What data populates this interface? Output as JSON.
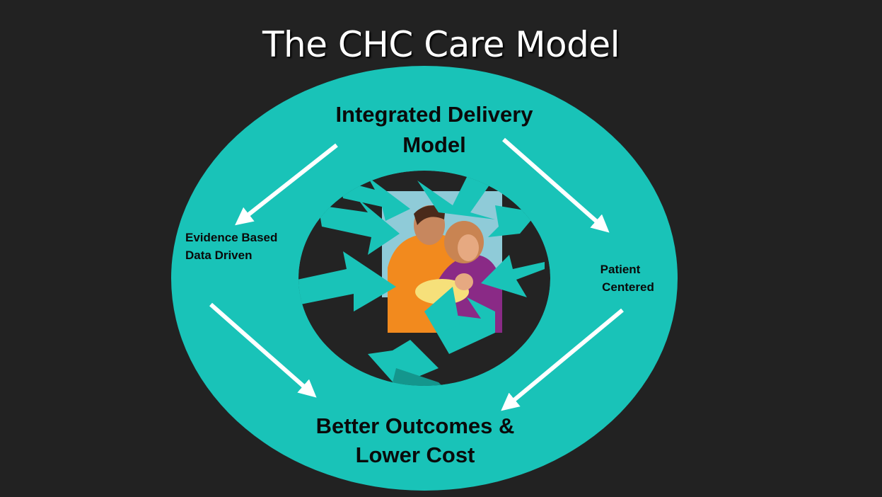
{
  "slide": {
    "title": "The CHC Care Model"
  },
  "diagram": {
    "top_label": [
      "Integrated Delivery",
      "Model"
    ],
    "left_label": [
      "Evidence Based",
      "Data Driven"
    ],
    "right_label": [
      "Patient",
      "Centered"
    ],
    "bottom_label": [
      "Better Outcomes &",
      "Lower Cost"
    ]
  },
  "colors": {
    "background": "#222222",
    "ellipse": "#19c3b8",
    "arrows": "#ffffff",
    "title": "#ffffff"
  },
  "icons": {
    "center_image": "family-clipart-icon"
  }
}
